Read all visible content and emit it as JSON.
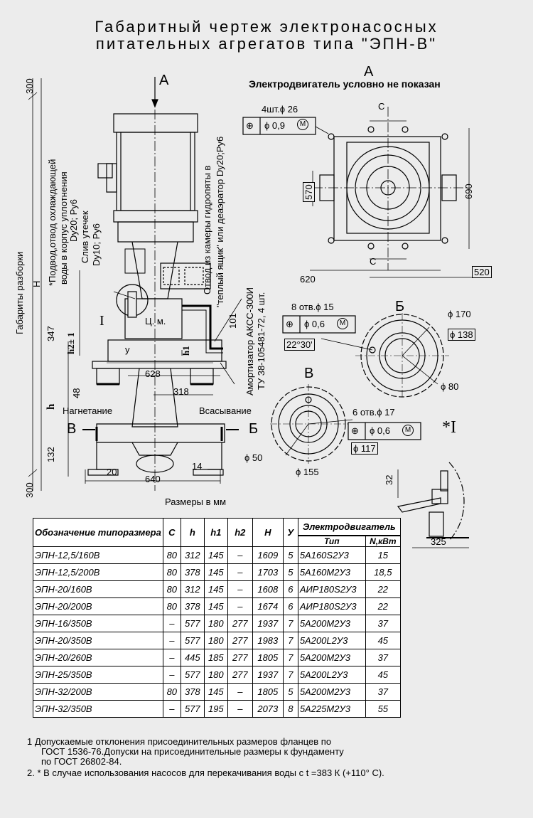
{
  "title": {
    "line1": "Габаритный чертеж электронасосных",
    "line2": "питательных агрегатов типа \"ЭПН-В\""
  },
  "view_a": {
    "letter": "А",
    "caption": "Электродвигатель условно не показан",
    "holes": "4шт.ϕ 26",
    "tol": "ϕ 0,9",
    "c_top": "С",
    "c_bottom": "С",
    "dim_570": "570",
    "dim_690": "690",
    "dim_620": "620",
    "dim_520": "520"
  },
  "view_b_flange": {
    "letter": "Б",
    "holes": "8 отв.ϕ 15",
    "tol": "ϕ 0,6",
    "angle": "22°30'",
    "d170": "ϕ 170",
    "d138": "ϕ 138",
    "d80": "ϕ 80"
  },
  "view_v_flange": {
    "letter": "В",
    "holes": "6 отв.ϕ 17",
    "tol": "ϕ 0,6",
    "d117": "ϕ 117",
    "d50": "ϕ 50",
    "d155": "ϕ 155"
  },
  "detail_i": {
    "label": "*I",
    "dim_32": "32",
    "dim_325": "325"
  },
  "main_view": {
    "arrow_a": "А",
    "dim_300_top": "300",
    "dim_300_bottom": "300",
    "gabarity": "Габариты разборки",
    "H": "Н",
    "h": "h",
    "h2": "h2± 1",
    "h1": "h1",
    "dim_347": "347",
    "dim_48": "48",
    "dim_132": "132",
    "dim_628": "628",
    "dim_318": "318",
    "dim_20": "20",
    "dim_640": "640",
    "dim_14": "14",
    "dim_101": "101",
    "y_label": "у",
    "cm_label": "Ц. м.",
    "roman_i": "I",
    "nagnetanie": "Нагнетание",
    "vsasyvanie": "Всасывание",
    "sec_v": "В",
    "sec_b": "Б",
    "note_cool": "*Подвод,отвод охлаждающей",
    "note_water": "воды в корпус уплотнения",
    "note_dy20": "Dy20; Py6",
    "note_leak": "Слив утечек",
    "note_dy10": "Dy10; Py6",
    "note_outlet": "Отвод из камеры гидропяты в",
    "note_warm": "\"теплый ящик\" или деаэратор Dy20;Py6",
    "note_amort": "Амортизатор АКСС-300И",
    "note_tu": "ТУ 38-105481-72, 4 шт.",
    "razmery": "Размеры в мм"
  },
  "table": {
    "headers": {
      "designation": "Обозначение типоразмера",
      "c": "С",
      "h": "h",
      "h1": "h1",
      "h2": "h2",
      "H": "Н",
      "y": "У",
      "motor": "Электродвигатель",
      "type": "Тип",
      "power": "N,кВт"
    },
    "rows": [
      [
        "ЭПН-12,5/160В",
        "80",
        "312",
        "145",
        "–",
        "1609",
        "5",
        "5А160S2У3",
        "15"
      ],
      [
        "ЭПН-12,5/200В",
        "80",
        "378",
        "145",
        "–",
        "1703",
        "5",
        "5А160М2У3",
        "18,5"
      ],
      [
        "ЭПН-20/160В",
        "80",
        "312",
        "145",
        "–",
        "1608",
        "6",
        "АИР180S2У3",
        "22"
      ],
      [
        "ЭПН-20/200В",
        "80",
        "378",
        "145",
        "–",
        "1674",
        "6",
        "АИР180S2У3",
        "22"
      ],
      [
        "ЭПН-16/350В",
        "–",
        "577",
        "180",
        "277",
        "1937",
        "7",
        "5А200М2У3",
        "37"
      ],
      [
        "ЭПН-20/350В",
        "–",
        "577",
        "180",
        "277",
        "1983",
        "7",
        "5А200L2У3",
        "45"
      ],
      [
        "ЭПН-20/260В",
        "–",
        "445",
        "185",
        "277",
        "1805",
        "7",
        "5А200М2У3",
        "37"
      ],
      [
        "ЭПН-25/350В",
        "–",
        "577",
        "180",
        "277",
        "1937",
        "7",
        "5А200L2У3",
        "45"
      ],
      [
        "ЭПН-32/200В",
        "80",
        "378",
        "145",
        "–",
        "1805",
        "5",
        "5А200М2У3",
        "37"
      ],
      [
        "ЭПН-32/350В",
        "–",
        "577",
        "195",
        "–",
        "2073",
        "8",
        "5А225М2У3",
        "55"
      ]
    ]
  },
  "notes": {
    "n1a": "1 Допускаемые отклонения присоединительных размеров фланцев по",
    "n1b": "ГОСТ 1536-76.Допуски на присоединительные размеры к фундаменту",
    "n1c": "по ГОСТ 26802-84.",
    "n2": "2. * В случае использования насосов для перекачивания воды с t =383 К (+110° С)."
  }
}
